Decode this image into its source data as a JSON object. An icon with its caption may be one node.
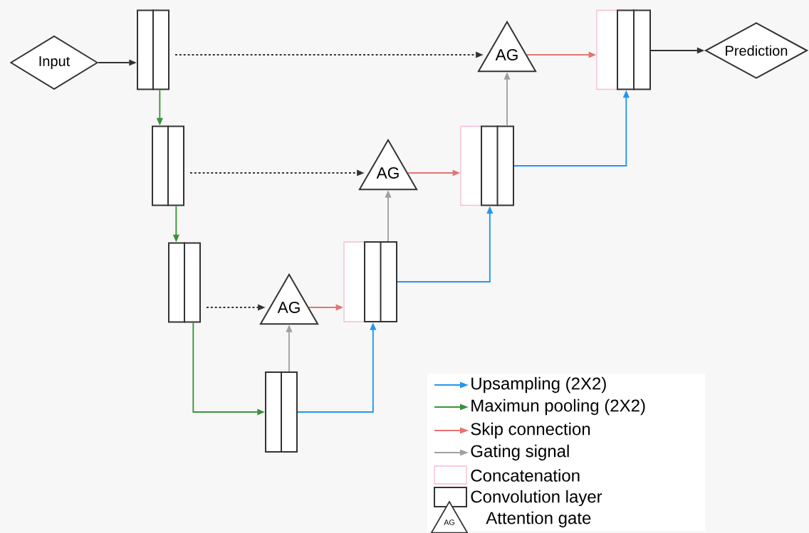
{
  "diagram": {
    "nodes": [
      {
        "text": [
          "Input"
        ]
      },
      {
        "text": [],
        "shape": "box"
      },
      {
        "text": [],
        "shape": "box"
      },
      {
        "text": [],
        "shape": "box"
      },
      {
        "text": [],
        "shape": "box"
      },
      {
        "text": [
          "AG"
        ]
      },
      {
        "text": [],
        "shape": "box"
      },
      {
        "text": [],
        "shape": "box"
      },
      {
        "text": [
          "AG"
        ]
      },
      {
        "text": [],
        "shape": "box"
      },
      {
        "text": [],
        "shape": "box"
      },
      {
        "text": [
          "AG"
        ]
      },
      {
        "text": [],
        "shape": "box"
      },
      {
        "text": [],
        "shape": "box"
      },
      {
        "text": [
          "Prediction"
        ]
      }
    ],
    "edges": [
      {
        "from": 0,
        "to": 1,
        "arrow": "to"
      },
      {
        "from": 1,
        "to": 2,
        "arrow": "to",
        "color": "#3a923a"
      },
      {
        "from": 2,
        "to": 3,
        "arrow": "to",
        "color": "#3a923a"
      },
      {
        "from": 3,
        "to": 4,
        "arrow": "to",
        "color": "#3a923a"
      },
      {
        "from": 1,
        "to": 11,
        "arrow": "to",
        "style": "dashed"
      },
      {
        "from": 2,
        "to": 8,
        "arrow": "to",
        "style": "dashed"
      },
      {
        "from": 3,
        "to": 5,
        "arrow": "to",
        "style": "dashed"
      },
      {
        "from": 4,
        "to": 5,
        "arrow": "to",
        "color": "#a0a0a0"
      },
      {
        "from": 5,
        "to": 6,
        "arrow": "to",
        "color": "#e57373"
      },
      {
        "from": 4,
        "to": 7,
        "arrow": "to",
        "color": "#2196f3"
      },
      {
        "from": 7,
        "to": 8,
        "arrow": "to",
        "color": "#a0a0a0"
      },
      {
        "from": 8,
        "to": 9,
        "arrow": "to",
        "color": "#e57373"
      },
      {
        "from": 7,
        "to": 10,
        "arrow": "to",
        "color": "#2196f3"
      },
      {
        "from": 10,
        "to": 11,
        "arrow": "to",
        "color": "#a0a0a0"
      },
      {
        "from": 11,
        "to": 12,
        "arrow": "to",
        "color": "#e57373"
      },
      {
        "from": 10,
        "to": 13,
        "arrow": "to",
        "color": "#2196f3"
      },
      {
        "from": 13,
        "to": 14,
        "arrow": "to"
      }
    ],
    "labels": [
      "AG"
    ],
    "legend": [
      {
        "text": "Upsampling (2X2)",
        "color": "#2196f3"
      },
      {
        "text": "Maximun pooling (2X2)",
        "color": "#3a923a"
      },
      {
        "text": "Skip connection",
        "color": "#e57373"
      },
      {
        "text": "Gating signal",
        "color": "#a0a0a0"
      },
      {
        "text": "Concatenation"
      },
      {
        "text": "Convolution layer"
      },
      {
        "text": "Attention gate"
      }
    ]
  }
}
